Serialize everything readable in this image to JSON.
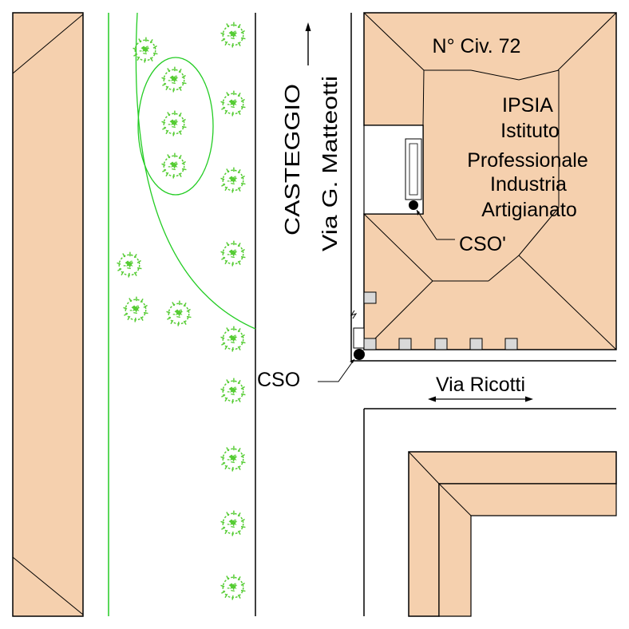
{
  "map": {
    "city": "CASTEGGIO",
    "street_main": "Via G. Matteotti",
    "street_cross": "Via Ricotti",
    "building": {
      "civic_number": "N° Civ. 72",
      "name_lines": [
        "IPSIA",
        "Istituto",
        "Professionale",
        "Industria",
        "Artigianato"
      ]
    },
    "points": [
      {
        "label": "CSO"
      },
      {
        "label": "CSO'"
      }
    ]
  },
  "colors": {
    "building_fill": "#f5d0ae",
    "vegetation": "#22cc22",
    "tree": "#55cc33",
    "lines": "#000000",
    "window_fill": "#d9d9d9"
  },
  "icons": {
    "tree": "shrub-icon",
    "point": "filled-circle-marker",
    "north": "north-arrow-icon",
    "width_dimension": "double-arrow-dimension"
  }
}
